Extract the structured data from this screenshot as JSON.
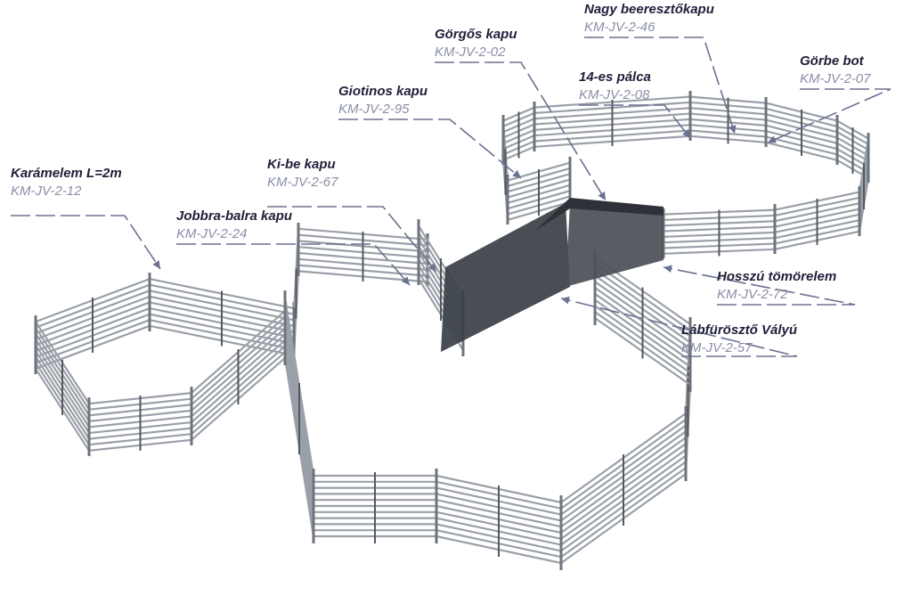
{
  "colors": {
    "label_name": "#1f1f3a",
    "label_code": "#8a8ea8",
    "leader": "#6b7190",
    "rail": "#9aa0a8",
    "rail_dark": "#6e747c",
    "panel_dark": "#3a3f46"
  },
  "labels": [
    {
      "id": "nagy",
      "name": "Nagy beeresztőkapu",
      "code": "KM-JV-2-46"
    },
    {
      "id": "gorgos",
      "name": "Görgős kapu",
      "code": "KM-JV-2-02"
    },
    {
      "id": "gorbe",
      "name": "Görbe bot",
      "code": "KM-JV-2-07"
    },
    {
      "id": "palca",
      "name": "14-es pálca",
      "code": "KM-JV-2-08"
    },
    {
      "id": "giotinos",
      "name": "Giotinos kapu",
      "code": "KM-JV-2-95"
    },
    {
      "id": "karam",
      "name": "Karámelem L=2m",
      "code": "KM-JV-2-12"
    },
    {
      "id": "kibe",
      "name": "Ki-be kapu",
      "code": "KM-JV-2-67"
    },
    {
      "id": "jobbra",
      "name": "Jobbra-balra kapu",
      "code": "KM-JV-2-24"
    },
    {
      "id": "hosszu",
      "name": "Hosszú tömörelem",
      "code": "KM-JV-2-72"
    },
    {
      "id": "labfur",
      "name": "Lábfürösztő Vályú",
      "code": "KM-JV-2-57"
    }
  ]
}
